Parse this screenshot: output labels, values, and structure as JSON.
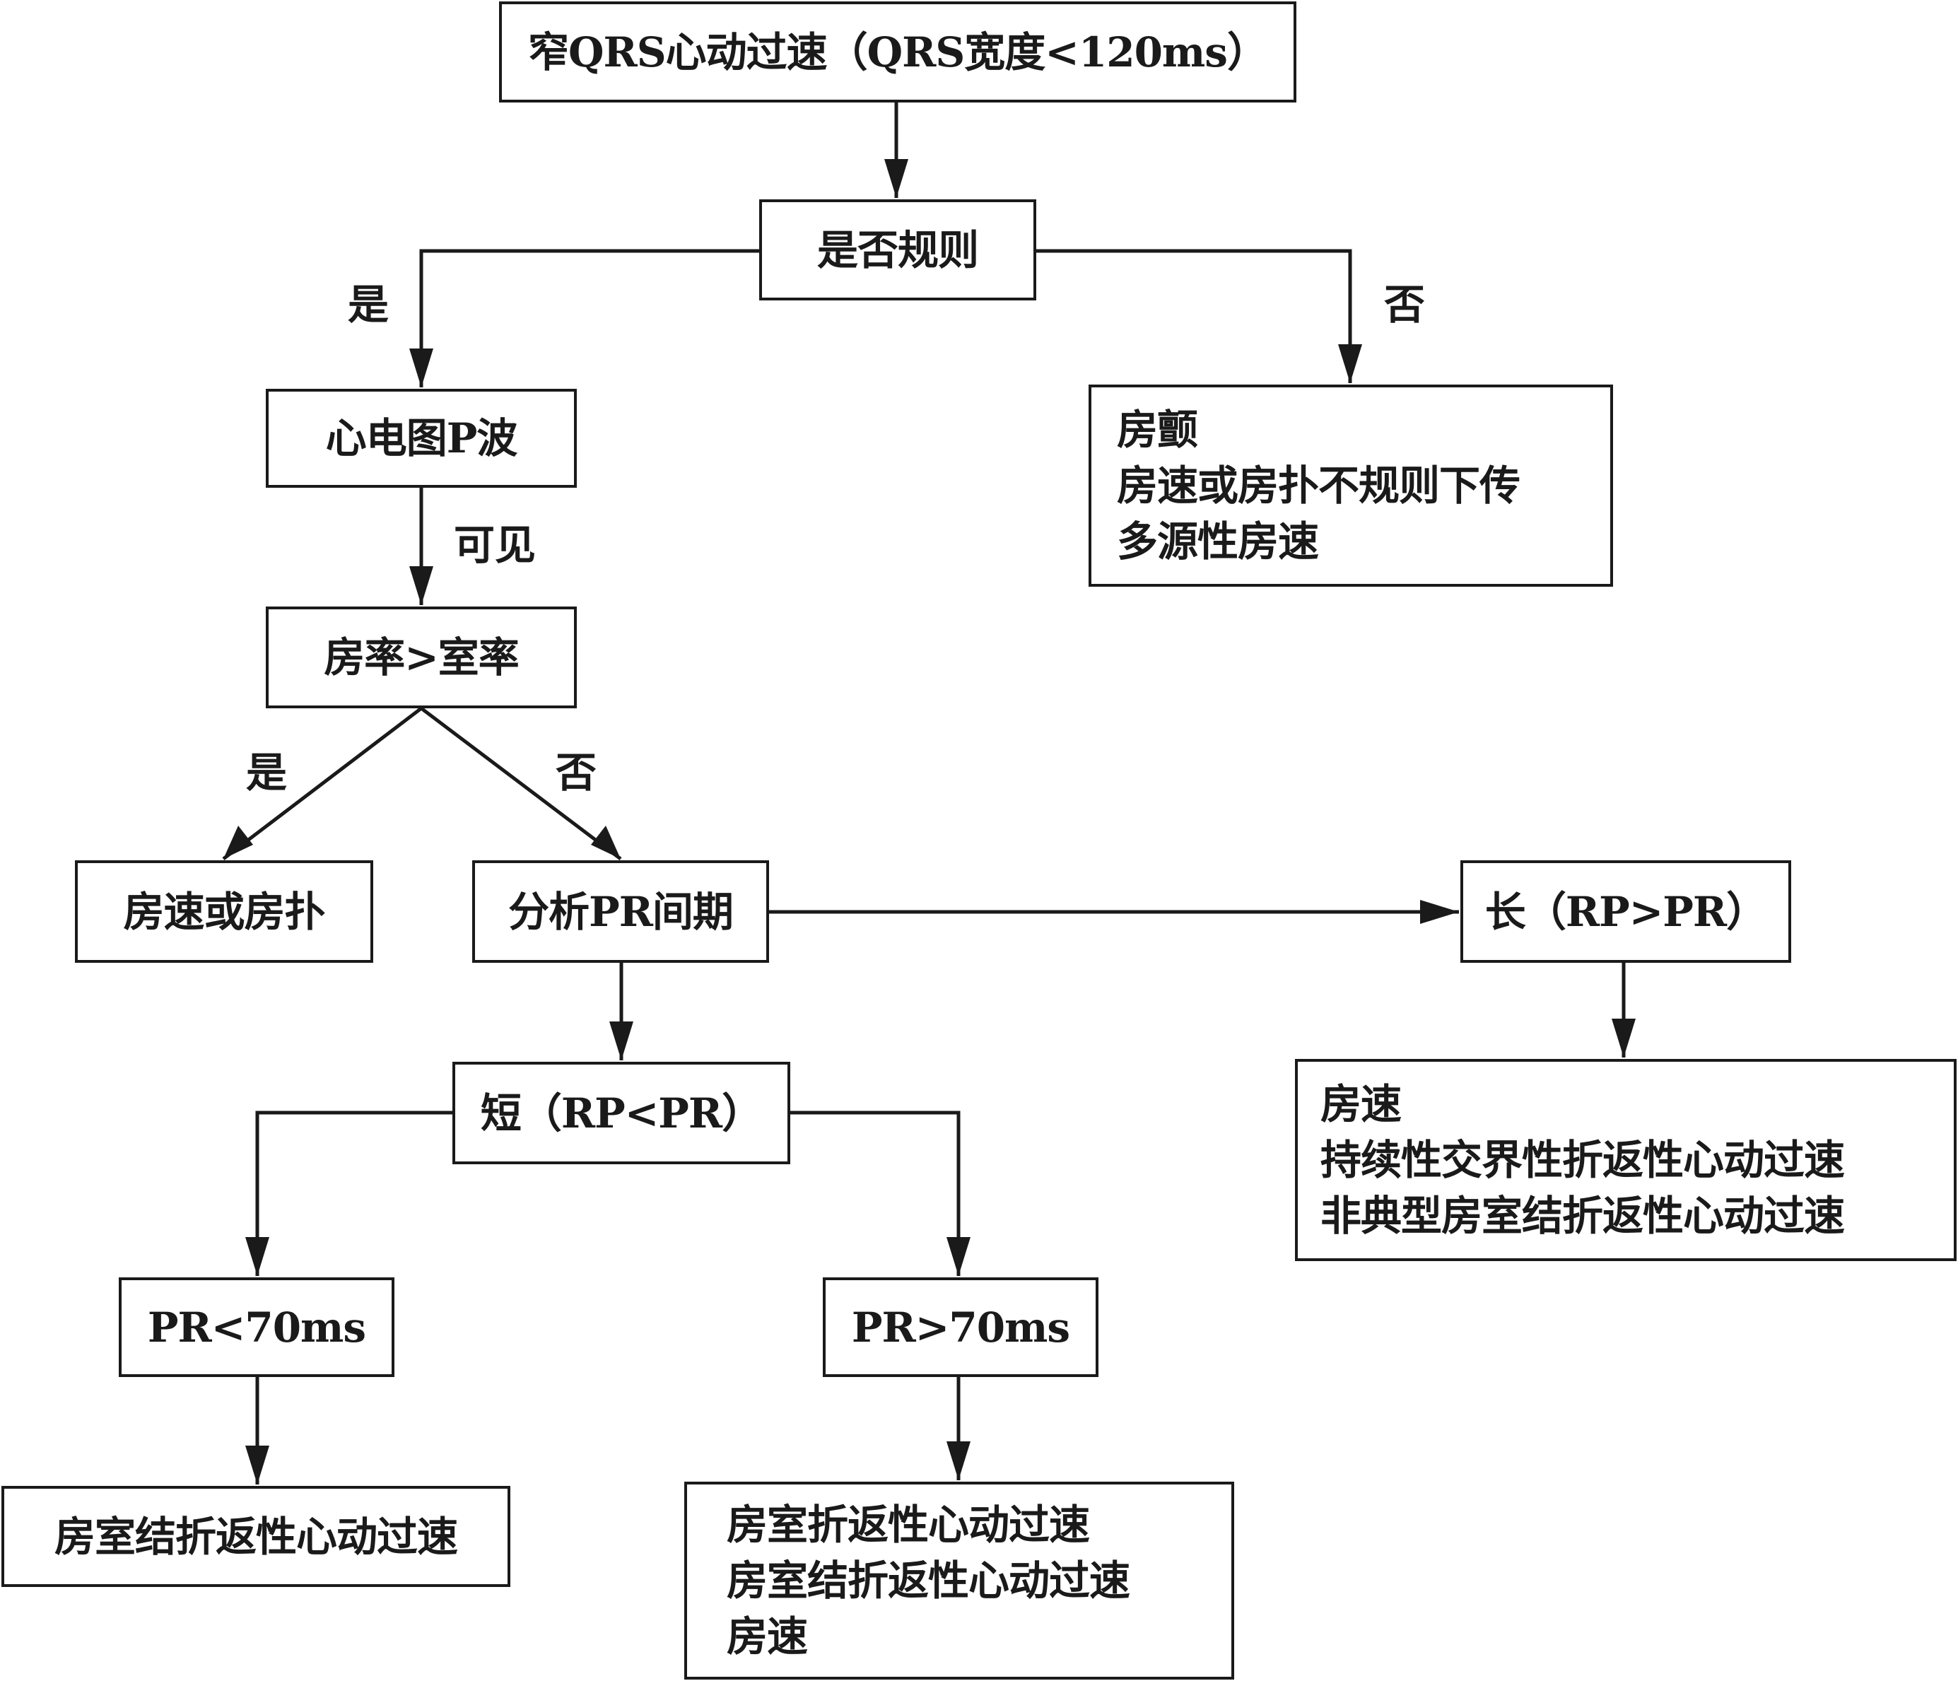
{
  "nodes": {
    "start": {
      "label": "窄QRS心动过速（QRS宽度<120ms）"
    },
    "regular": {
      "label": "是否规则"
    },
    "pwave": {
      "label": "心电图P波"
    },
    "irregular_result": {
      "lines": [
        "房颤",
        "房速或房扑不规则下传",
        "多源性房速"
      ]
    },
    "ratio": {
      "label": "房率>室率"
    },
    "at_flutter": {
      "label": "房速或房扑"
    },
    "pr_analysis": {
      "label": "分析PR间期"
    },
    "long": {
      "label": "长（RP>PR）"
    },
    "long_result": {
      "lines": [
        "房速",
        "持续性交界性折返性心动过速",
        "非典型房室结折返性心动过速"
      ]
    },
    "short": {
      "label": "短（RP<PR）"
    },
    "pr_lt70": {
      "label": "PR<70ms"
    },
    "pr_gt70": {
      "label": "PR>70ms"
    },
    "avnrt": {
      "label": "房室结折返性心动过速"
    },
    "gt70_result": {
      "lines": [
        "房室折返性心动过速",
        "房室结折返性心动过速",
        "房速"
      ]
    }
  },
  "edge_labels": {
    "regular_yes": "是",
    "regular_no": "否",
    "pwave_visible": "可见",
    "ratio_yes": "是",
    "ratio_no": "否"
  }
}
